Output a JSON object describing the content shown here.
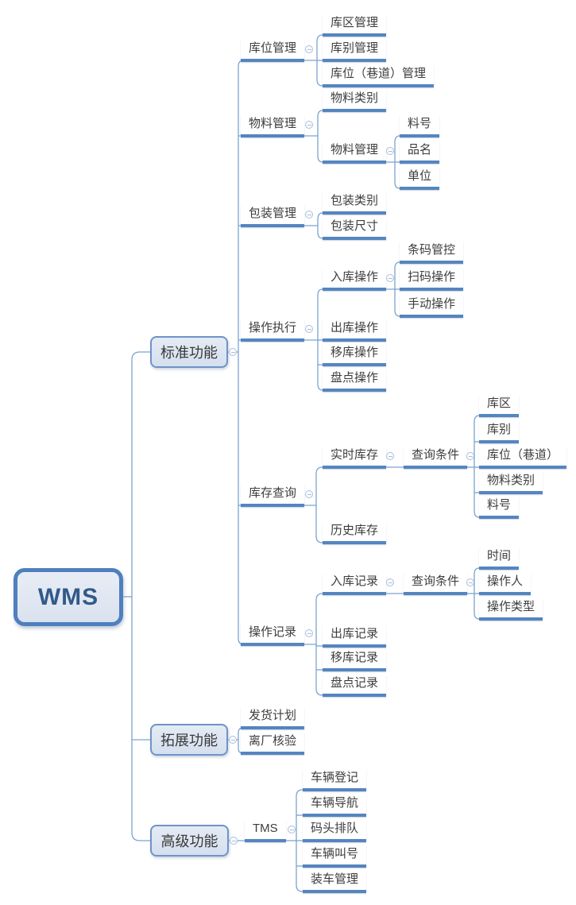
{
  "mindmap": {
    "root": {
      "label": "WMS"
    },
    "branches": [
      {
        "label": "标准功能",
        "children": [
          {
            "label": "库位管理",
            "children": [
              {
                "label": "库区管理"
              },
              {
                "label": "库别管理"
              },
              {
                "label": "库位（巷道）管理"
              }
            ]
          },
          {
            "label": "物料管理",
            "children": [
              {
                "label": "物料类别"
              },
              {
                "label": "物料管理",
                "children": [
                  {
                    "label": "料号"
                  },
                  {
                    "label": "品名"
                  },
                  {
                    "label": "单位"
                  }
                ]
              }
            ]
          },
          {
            "label": "包装管理",
            "children": [
              {
                "label": "包装类别"
              },
              {
                "label": "包装尺寸"
              }
            ]
          },
          {
            "label": "操作执行",
            "children": [
              {
                "label": "入库操作",
                "children": [
                  {
                    "label": "条码管控"
                  },
                  {
                    "label": "扫码操作"
                  },
                  {
                    "label": "手动操作"
                  }
                ]
              },
              {
                "label": "出库操作"
              },
              {
                "label": "移库操作"
              },
              {
                "label": "盘点操作"
              }
            ]
          },
          {
            "label": "库存查询",
            "children": [
              {
                "label": "实时库存",
                "children": [
                  {
                    "label": "查询条件",
                    "children": [
                      {
                        "label": "库区"
                      },
                      {
                        "label": "库别"
                      },
                      {
                        "label": "库位（巷道）"
                      },
                      {
                        "label": "物料类别"
                      },
                      {
                        "label": "料号"
                      }
                    ]
                  }
                ]
              },
              {
                "label": "历史库存"
              }
            ]
          },
          {
            "label": "操作记录",
            "children": [
              {
                "label": "入库记录",
                "children": [
                  {
                    "label": "查询条件",
                    "children": [
                      {
                        "label": "时间"
                      },
                      {
                        "label": "操作人"
                      },
                      {
                        "label": "操作类型"
                      }
                    ]
                  }
                ]
              },
              {
                "label": "出库记录"
              },
              {
                "label": "移库记录"
              },
              {
                "label": "盘点记录"
              }
            ]
          }
        ]
      },
      {
        "label": "拓展功能",
        "children": [
          {
            "label": "发货计划"
          },
          {
            "label": "离厂核验"
          }
        ]
      },
      {
        "label": "高级功能",
        "children": [
          {
            "label": "TMS",
            "children": [
              {
                "label": "车辆登记"
              },
              {
                "label": "车辆导航"
              },
              {
                "label": "码头排队"
              },
              {
                "label": "车辆叫号"
              },
              {
                "label": "装车管理"
              }
            ]
          }
        ]
      }
    ],
    "colors": {
      "bar": "#5585c1",
      "line": "#7ba3d0",
      "boxborder": "#7093c7",
      "rootborder": "#4e7fbe",
      "roottext": "#315a88",
      "text": "#3d3d3d",
      "minus": "#a9bedb"
    }
  }
}
